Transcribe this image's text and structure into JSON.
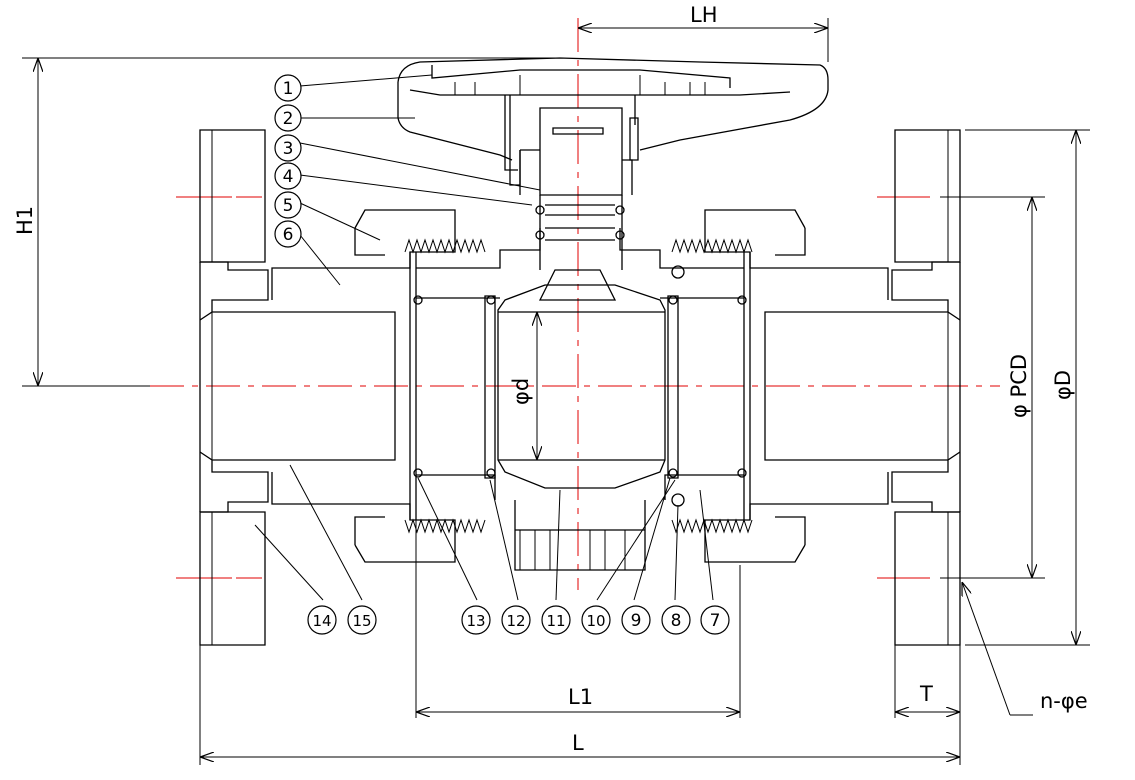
{
  "dimensions": {
    "lh": "LH",
    "h1": "H1",
    "d_phi": "φd",
    "pcd": "φ PCD",
    "big_d": "φD",
    "l1": "L1",
    "l": "L",
    "t": "T",
    "ne": "n-φe"
  },
  "callouts": [
    "1",
    "2",
    "3",
    "4",
    "5",
    "6",
    "7",
    "8",
    "9",
    "10",
    "11",
    "12",
    "13",
    "14",
    "15"
  ],
  "colors": {
    "outline": "#000000",
    "centerline": "#e00000",
    "background": "#ffffff"
  }
}
